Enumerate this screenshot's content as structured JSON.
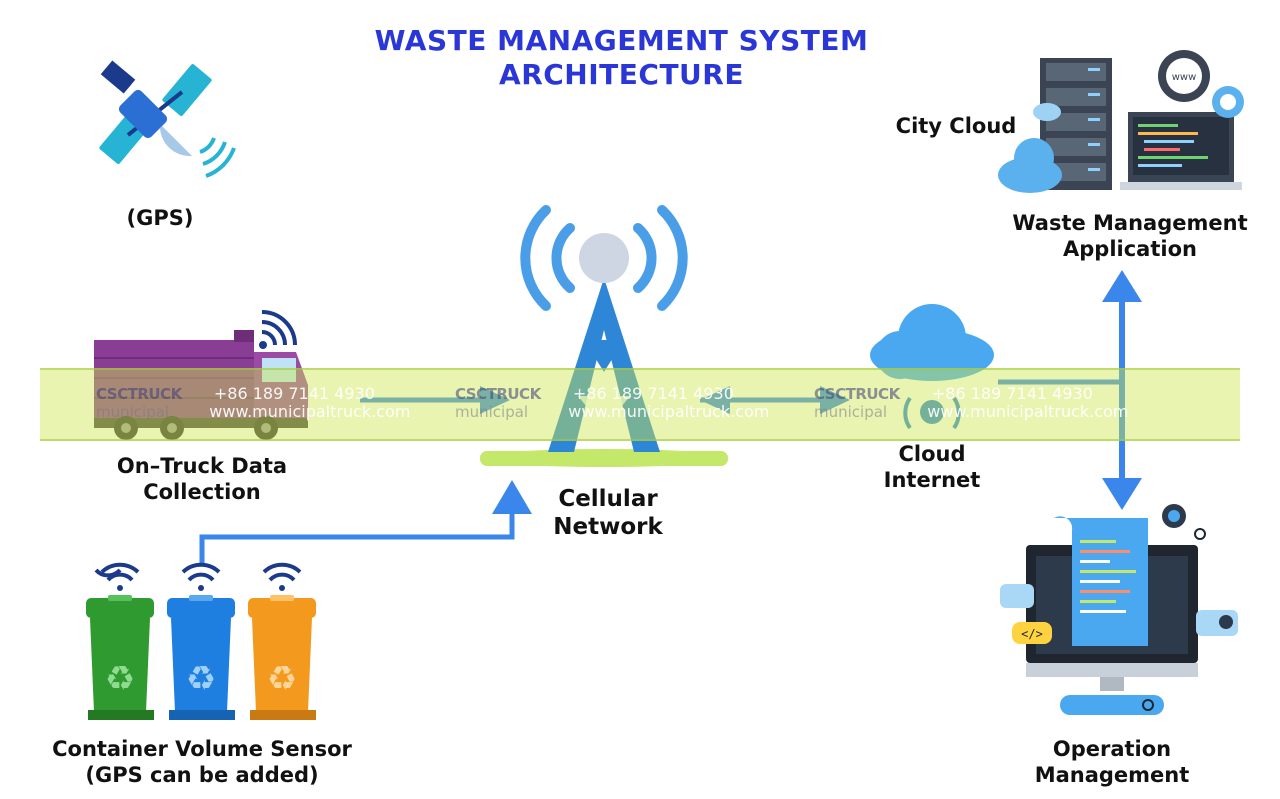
{
  "title": {
    "line1": "WASTE MANAGEMENT SYSTEM",
    "line2": "ARCHITECTURE"
  },
  "nodes": {
    "gps": "(GPS)",
    "city_cloud": "City Cloud",
    "app_line1": "Waste Management",
    "app_line2": "Application",
    "truck_line1": "On–Truck Data",
    "truck_line2": "Collection",
    "cellular_line1": "Cellular",
    "cellular_line2": "Network",
    "cloud_line1": "Cloud",
    "cloud_line2": "Internet",
    "container_line1": "Container Volume Sensor",
    "container_line2": "(GPS can be added)",
    "ops_line1": "Operation",
    "ops_line2": "Management"
  },
  "watermark": {
    "logo": "CSCTRUCK",
    "sub": "municipal",
    "phone": "+86 189 7141 4930",
    "site": "www.municipaltruck.com"
  },
  "icons": [
    "satellite-icon",
    "truck-icon",
    "wifi-icon",
    "cell-tower-icon",
    "cloud-icon",
    "server-icon",
    "monitor-icon",
    "gear-icon",
    "recycle-bin-icon",
    "computer-icon"
  ],
  "colors": {
    "title": "#2a37d6",
    "arrow": "#3a86ea",
    "green_bin": "#2f9a2f",
    "blue_bin": "#1f7fe0",
    "orange_bin": "#f39a1e",
    "truck": "#8a3d95"
  }
}
